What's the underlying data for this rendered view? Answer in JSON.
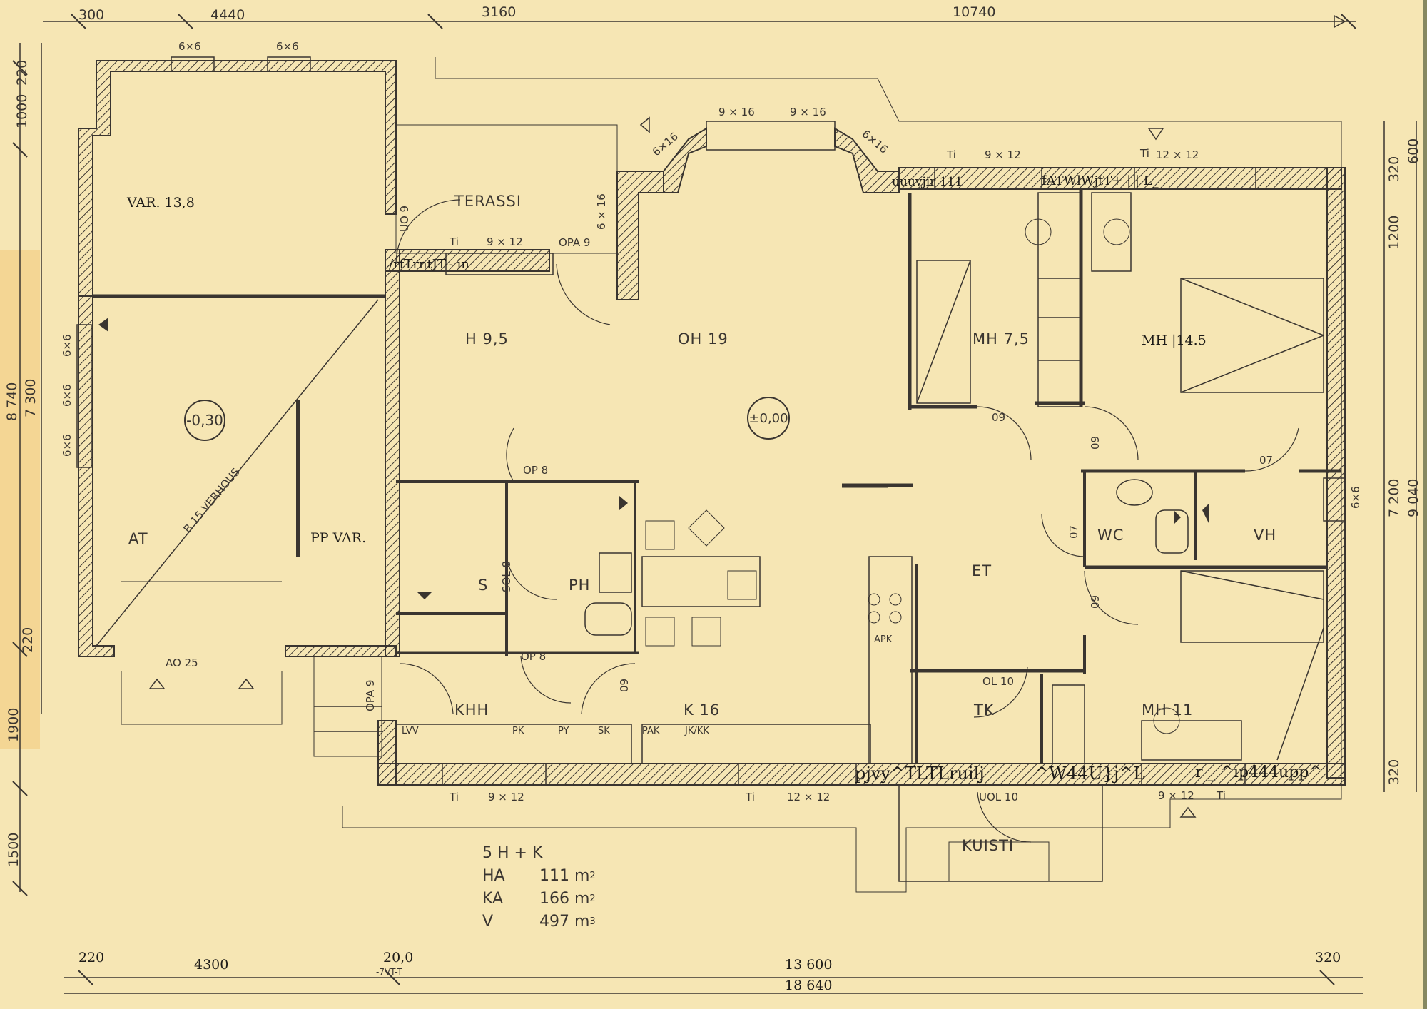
{
  "overall_dims": {
    "top": [
      "300",
      "4440",
      "3160",
      "10740"
    ],
    "left": [
      "220",
      "1000",
      "8 740",
      "7 300",
      "220",
      "1900",
      "1500"
    ],
    "right": [
      "600",
      "320",
      "1200",
      "9 040",
      "7 200",
      "320"
    ],
    "bottom": [
      "220",
      "4300",
      "20,0",
      "13 600",
      "18 640",
      "320"
    ],
    "bottom_note": "-7VT-T"
  },
  "rooms": {
    "var": "VAR. 13,8",
    "at": "AT",
    "pp_var": "PP VAR.",
    "terassi": "TERASSI",
    "h": "H 9,5",
    "oh": "OH 19",
    "mh1": "MH 7,5",
    "mh2": "MH |14.5",
    "s": "S",
    "ph": "PH",
    "wc": "WC",
    "vh": "VH",
    "et": "ET",
    "khh": "KHH",
    "k": "K 16",
    "tk": "TK",
    "mh3": "MH 11",
    "kuisti": "KUISTI",
    "verhous": "B 15 VERHOUS",
    "ao": "AO 25"
  },
  "levels": {
    "at": "-0,30",
    "oh": "±0,00"
  },
  "windows": {
    "w_var_1": "6×6",
    "w_var_2": "6×6",
    "w_bay_1": "9 × 16",
    "w_bay_2": "9 × 16",
    "w_bay_3": "6×16",
    "w_bay_4": "6×16",
    "w_bay_5": "6 × 16",
    "w_mh1": "9 × 12",
    "w_mh2": "12 × 12",
    "w_ter": "9 × 12",
    "w_khh": "9 × 12",
    "w_k": "12 × 12",
    "w_mh3": "9 × 12",
    "w_at_1": "6×6",
    "w_at_2": "6×6",
    "w_at_3": "6×6",
    "w_right": "6×6",
    "ti": "Ti"
  },
  "doors": {
    "uo9": "UO 9",
    "opa9": "OPA 9",
    "op8a": "OP 8",
    "op8b": "OP 8",
    "sol8": "SOL 8",
    "opa9b": "OPA 9",
    "d09a": "09",
    "d09b": "09",
    "d07a": "07",
    "d07b": "07",
    "d09c": "09",
    "d09d": "09",
    "ol10": "OL 10",
    "uol10": "UOL 10"
  },
  "fixtures": {
    "lvv": "LVV",
    "pk": "PK",
    "py": "PY",
    "sk": "SK",
    "pak": "PAK",
    "jkkk": "JK/KK",
    "apk": "APK"
  },
  "ocr_artifacts": {
    "top_left": "/rfTrntJT-- in",
    "top_mid": "uuuvjir 111",
    "top_right": "fATWlWjtT+ | | L_",
    "bottom_1": "pjvy^TLTLruilj",
    "bottom_2": "^W44U}j^L",
    "bottom_3": "r _ ^ip444upp^"
  },
  "summary": {
    "type": "5 H + K",
    "ha_label": "HA",
    "ha_val": "111 m",
    "ha_exp": "2",
    "ka_label": "KA",
    "ka_val": "166 m",
    "ka_exp": "2",
    "v_label": "V",
    "v_val": "497 m",
    "v_exp": "3"
  }
}
